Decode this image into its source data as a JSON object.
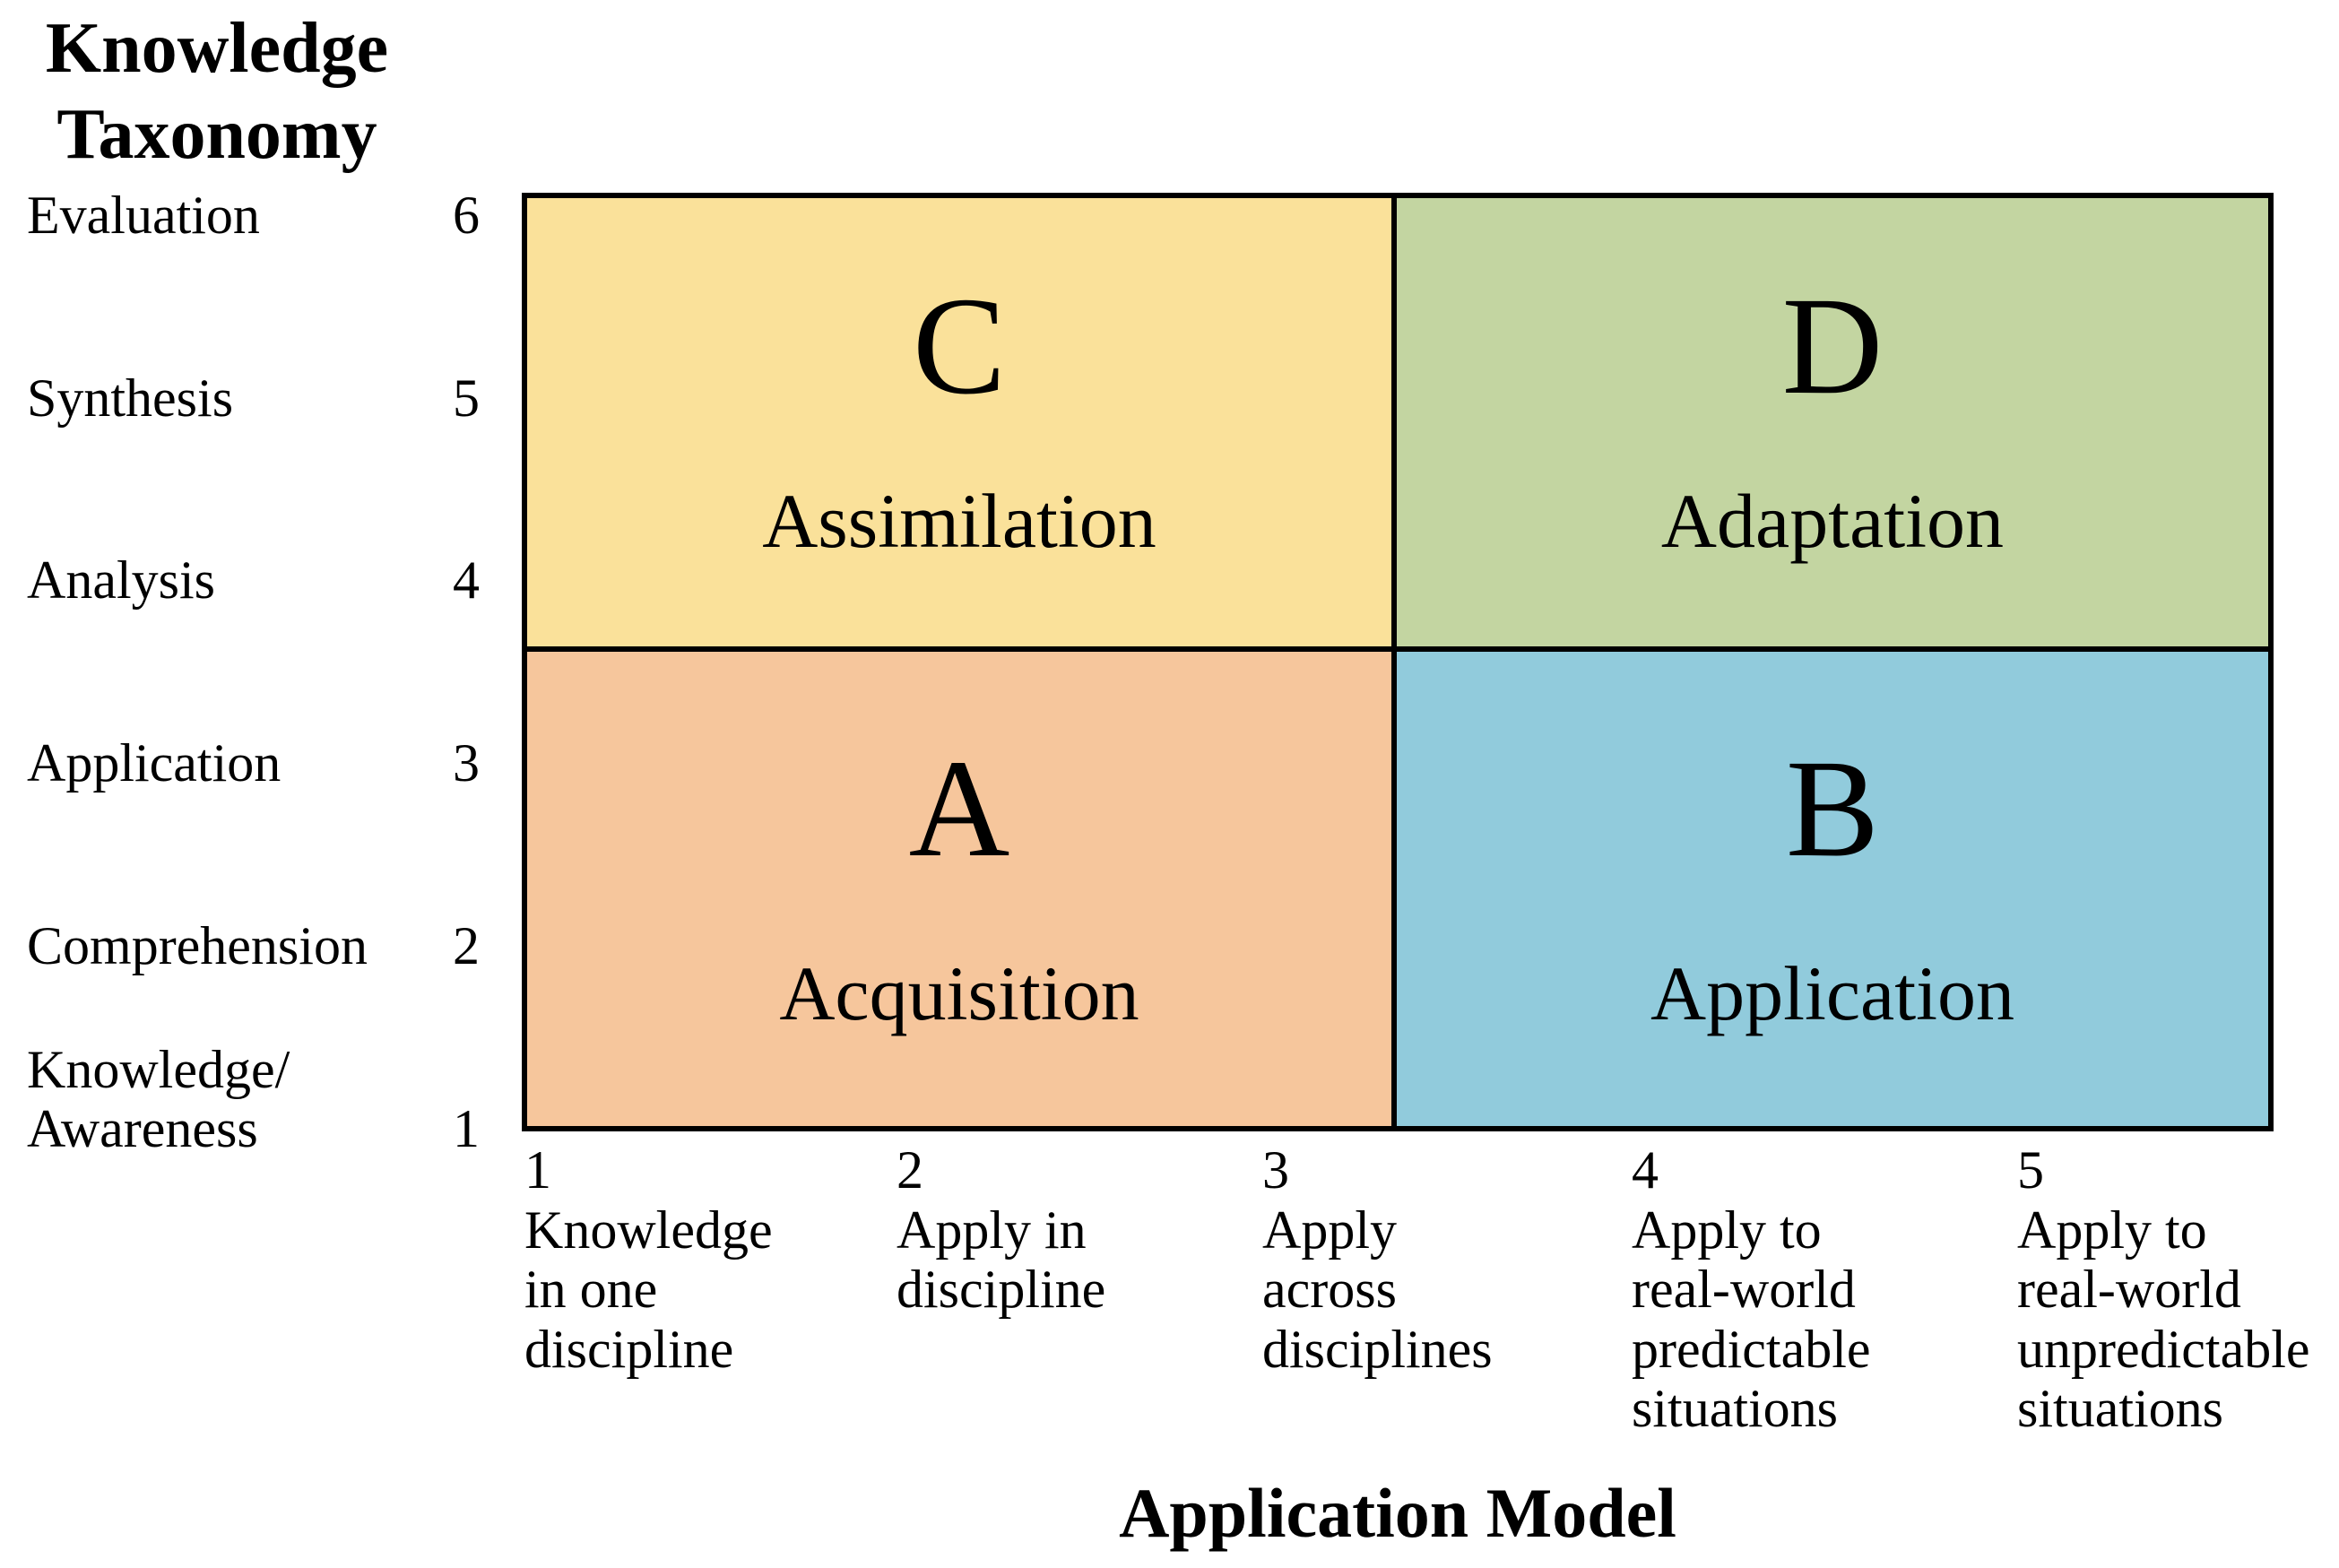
{
  "y_axis": {
    "title": "Knowledge\nTaxonomy",
    "rows": [
      {
        "label": "Evaluation",
        "value": "6"
      },
      {
        "label": "Synthesis",
        "value": "5"
      },
      {
        "label": "Analysis",
        "value": "4"
      },
      {
        "label": "Application",
        "value": "3"
      },
      {
        "label": "Comprehension",
        "value": "2"
      },
      {
        "label": "Knowledge/\nAwareness",
        "value": "1"
      }
    ]
  },
  "x_axis": {
    "title": "Application Model",
    "ticks": [
      {
        "value": "1",
        "label": "Knowledge\nin one\ndiscipline"
      },
      {
        "value": "2",
        "label": "Apply in\ndiscipline"
      },
      {
        "value": "3",
        "label": "Apply\nacross\ndisciplines"
      },
      {
        "value": "4",
        "label": "Apply to\nreal-world\npredictable\nsituations"
      },
      {
        "value": "5",
        "label": "Apply to\nreal-world\nunpredictable\nsituations"
      }
    ]
  },
  "quadrants": [
    {
      "id": "C",
      "name": "Assimilation",
      "position": "top-left",
      "color": "#fae19a"
    },
    {
      "id": "D",
      "name": "Adaptation",
      "position": "top-right",
      "color": "#c3d5a1"
    },
    {
      "id": "A",
      "name": "Acquisition",
      "position": "bottom-left",
      "color": "#f6c69c"
    },
    {
      "id": "B",
      "name": "Application",
      "position": "bottom-right",
      "color": "#91cbdc"
    }
  ],
  "colors": {
    "border": "#000000",
    "text": "#000000",
    "background": "#ffffff"
  }
}
